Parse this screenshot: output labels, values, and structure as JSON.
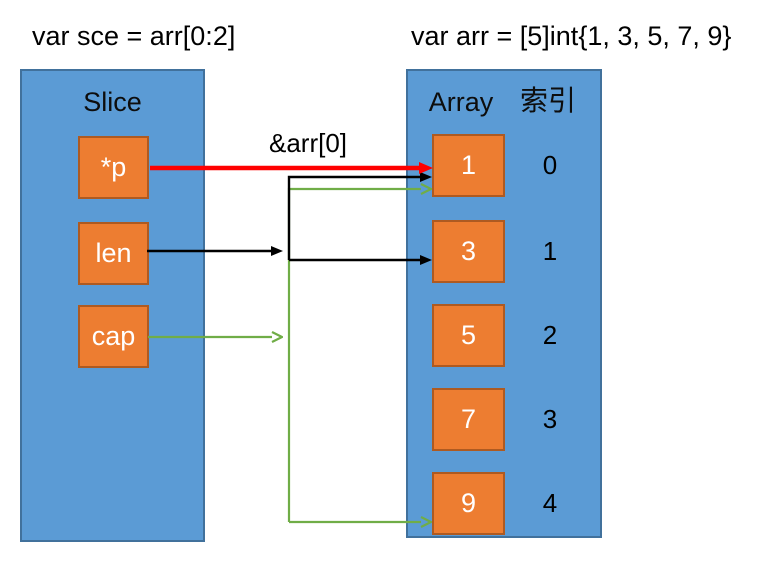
{
  "title_left": "var sce = arr[0:2]",
  "title_right": "var arr = [5]int{1, 3, 5, 7, 9}",
  "slice_panel": {
    "title": "Slice",
    "fields": [
      {
        "label": "*p"
      },
      {
        "label": "len"
      },
      {
        "label": "cap"
      }
    ]
  },
  "array_panel": {
    "title": "Array",
    "index_header": "索引",
    "elements": [
      {
        "value": "1",
        "index": "0"
      },
      {
        "value": "3",
        "index": "1"
      },
      {
        "value": "5",
        "index": "2"
      },
      {
        "value": "7",
        "index": "3"
      },
      {
        "value": "9",
        "index": "4"
      }
    ]
  },
  "labels": {
    "pointer": "&arr[0]"
  },
  "colors": {
    "panel_fill": "#5B9BD5",
    "panel_border": "#41719C",
    "cell_fill": "#ED7D31",
    "cell_border": "#AE5A21",
    "arrow_red": "#FF0000",
    "arrow_black": "#000000",
    "arrow_green": "#70AD47",
    "text_dark": "#000000",
    "text_light": "#FFFFFF"
  }
}
